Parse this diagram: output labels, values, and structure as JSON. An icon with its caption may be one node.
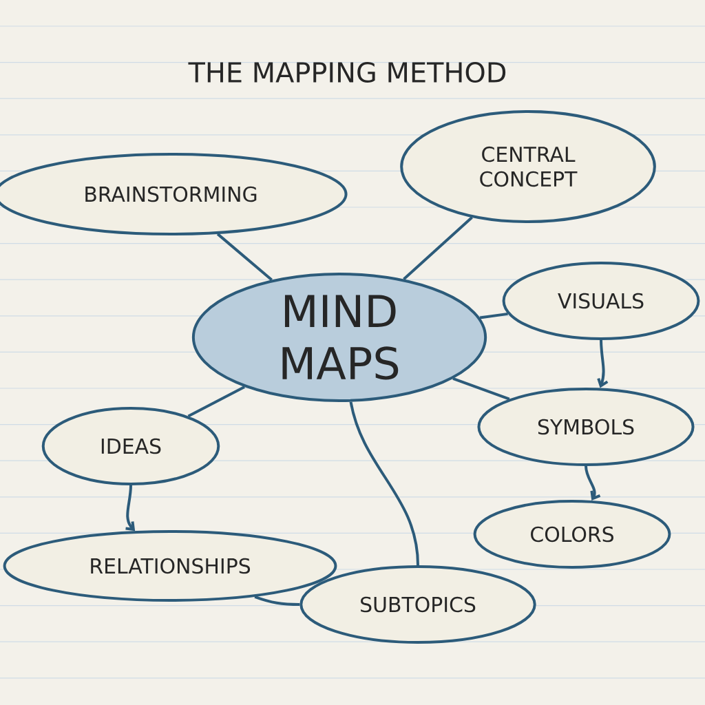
{
  "diagram": {
    "title": "THE MAPPING METHOD",
    "nodes": [
      {
        "text": [
          "MIND MAPS"
        ]
      },
      {
        "text": [
          "BRAINSTORMING"
        ]
      },
      {
        "text": [
          "CENTRAL CONCEPT"
        ]
      },
      {
        "text": [
          "VISUALS"
        ]
      },
      {
        "text": [
          "SYMBOLS"
        ]
      },
      {
        "text": [
          "COLORS"
        ]
      },
      {
        "text": [
          "IDEAS"
        ]
      },
      {
        "text": [
          "RELATIONSHIPS"
        ]
      },
      {
        "text": [
          "SUBTOPICS"
        ]
      }
    ],
    "edges": [
      {
        "from": 0,
        "to": 1,
        "arrow": "none"
      },
      {
        "from": 0,
        "to": 2,
        "arrow": "none"
      },
      {
        "from": 0,
        "to": 3,
        "arrow": "none"
      },
      {
        "from": 3,
        "to": 4,
        "arrow": "to"
      },
      {
        "from": 0,
        "to": 4,
        "arrow": "none"
      },
      {
        "from": 4,
        "to": 5,
        "arrow": "to"
      },
      {
        "from": 0,
        "to": 6,
        "arrow": "none"
      },
      {
        "from": 6,
        "to": 7,
        "arrow": "to"
      },
      {
        "from": 0,
        "to": 8,
        "arrow": "none"
      },
      {
        "from": 7,
        "to": 8,
        "arrow": "none"
      }
    ]
  }
}
